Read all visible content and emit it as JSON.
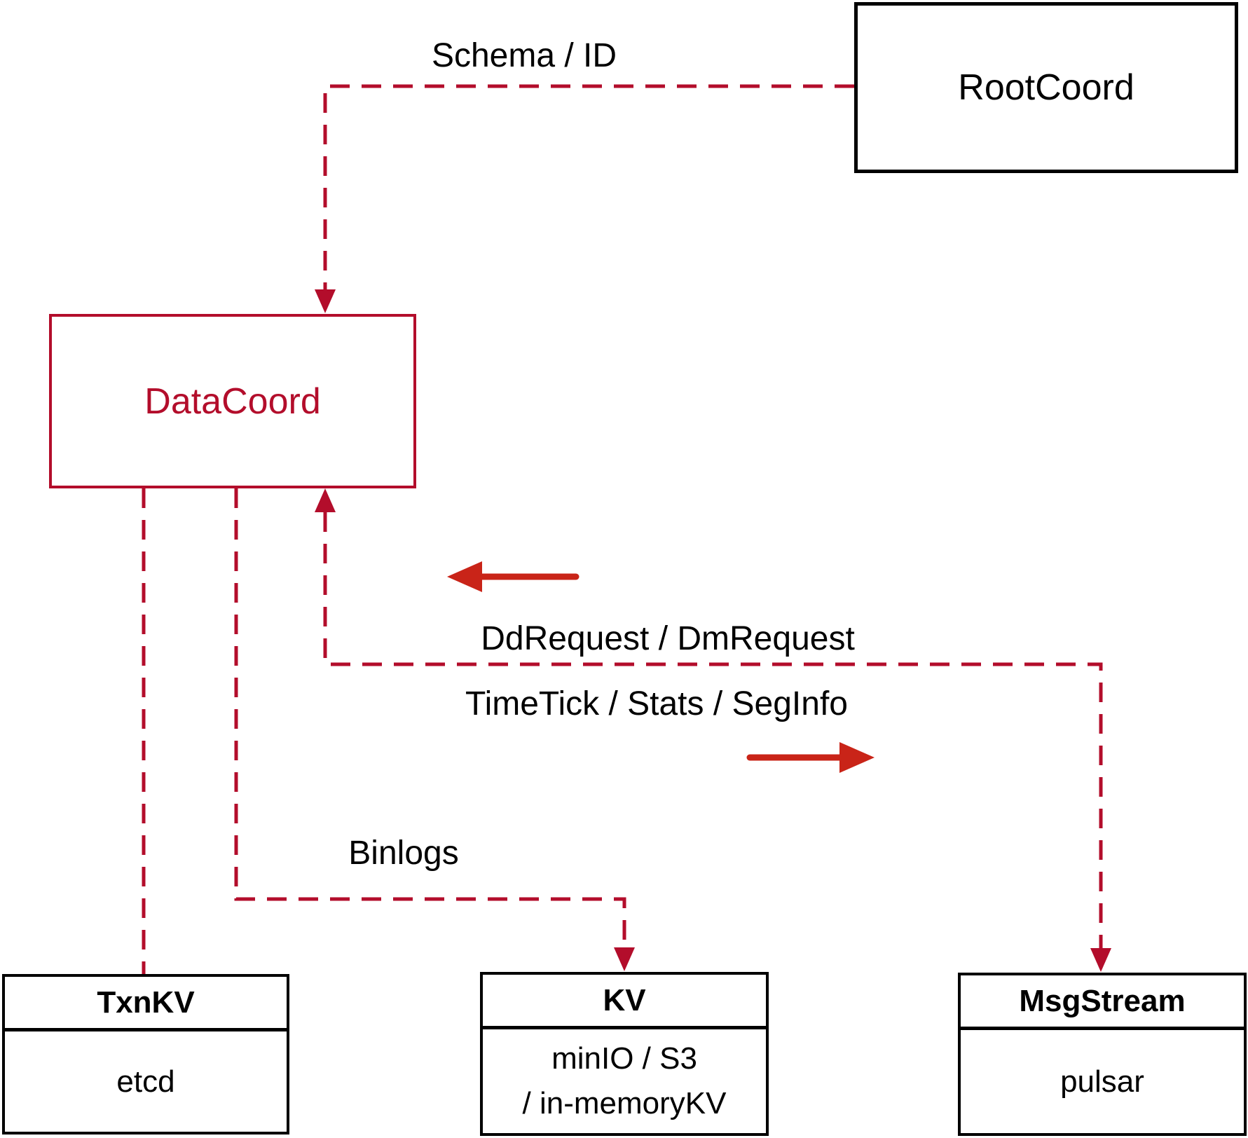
{
  "diagram": {
    "nodes": {
      "rootcoord": {
        "label": "RootCoord"
      },
      "datacoord": {
        "label": "DataCoord"
      },
      "txnkv": {
        "title": "TxnKV",
        "impl": "etcd"
      },
      "kv": {
        "title": "KV",
        "impl_line1": "minIO / S3",
        "impl_line2": "/ in-memoryKV"
      },
      "msgstream": {
        "title": "MsgStream",
        "impl": "pulsar"
      }
    },
    "edges": {
      "schema_id_label": "Schema / ID",
      "ddrequest_label": "DdRequest / DmRequest",
      "timetick_label": "TimeTick / Stats / SegInfo",
      "binlogs_label": "Binlogs"
    },
    "colors": {
      "dashed_connector": "#b30d2b",
      "solid_arrow": "#c92418",
      "node_border": "#000000",
      "node_text": "#000000",
      "datacoord_accent": "#b30d2b",
      "background": "#ffffff"
    }
  }
}
